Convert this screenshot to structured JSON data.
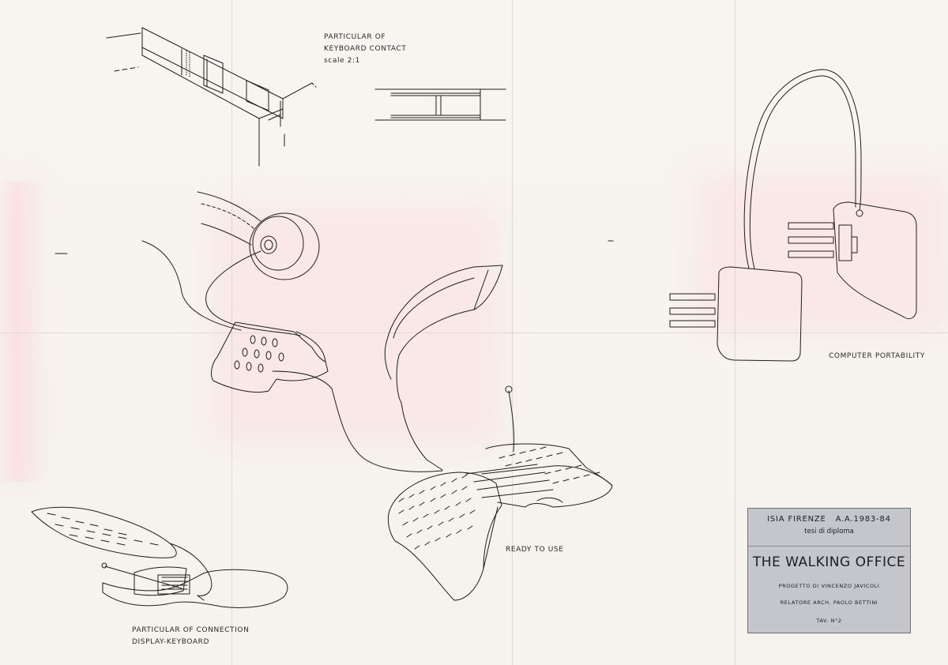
{
  "labels": {
    "keyboard_contact": [
      "PARTICULAR OF",
      "KEYBOARD CONTACT",
      "scale 2:1"
    ],
    "computer_portability": "COMPUTER PORTABILITY",
    "ready_to_use": "READY TO USE",
    "connection": [
      "PARTICULAR OF CONNECTION",
      "DISPLAY-KEYBOARD"
    ]
  },
  "title_block": {
    "school": "ISIA FIRENZE",
    "year": "A.A.1983-84",
    "subtitle": "tesi di diploma",
    "title": "THE WALKING OFFICE",
    "project": "PROGETTO DI VINCENZO JAVICOLI",
    "advisor": "RELATORE ARCH. PAOLO BETTINI",
    "sheet": "TAV. N°2"
  }
}
